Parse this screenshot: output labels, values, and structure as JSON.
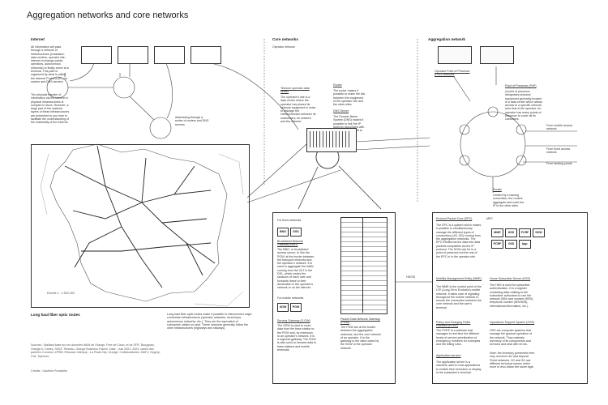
{
  "title": "Aggregation networks and core networks",
  "internet": {
    "heading": "Internet",
    "p1": "All information will pass through a network of infrastructures (evaluation data centers, operator site, internet exchange points, operators, autonomous networks) to finally arrive at a terminal. This path is organized by what is called the Internet Protocol (IP) via routers and DNS servers.",
    "p2": "The physical transfer of information via the internet in physical infrastructures is complex to show. However, a large part of the material layers of these infrastructures are presented to you here to facilitate the understanding of the materiality of the Internet.",
    "routing_note": "Addressing through a series of routers and DNS servers"
  },
  "map": {
    "heading": "Long haul fiber optic routes",
    "scale": "Echelle 1 : 4 500 000",
    "desc": "Long haul fiber optic routes make it possible to interconnect major connection infrastructures (operator networks, local loops, autonomous networks, etc.). They are the equivalent of submarine cables on land. These networks generally follow the other infrastructures (highways and railways).",
    "sources": "Sources : Maillard basé sur les données WAN de Orange, Free de Cisco, et de SFR, Bouygues, Orange.fr, Cartes, SNCF, Réseau, Orange Business France. Date : Juin 2021, 2023, cartes des partners Connect, ePRM, Réseaux Interpop ; La Poste Dip, Orange. Collaboratories, MATV, Ocgerp, Coll, Tiperrum.",
    "credits": "Credits : Gauthier Roussilhe"
  },
  "core": {
    "heading": "Core networks",
    "subheading": "Operator network",
    "datacenter_title": "Telecom operator data center",
    "datacenter_text": "The operator's site is a data center where the operator has placed its network equipment in order to manage the interconnection between its subscribers, its network and the Internet.",
    "router_title": "Router",
    "router_text": "The router makes it possible to make the link between the equipment of the operator site and the other sites.",
    "dns_title": "DNS Server",
    "dns_text": "The Domain Name System (DNS) makes it possible to link the IP address associated with a domain name and to provide additional information."
  },
  "fixed": {
    "heading": "For fixed networks",
    "buttons": [
      "BNG",
      "DSS"
    ],
    "bng_title": "Broadband Network Gateway (BNG)",
    "bng_text": "The BNG, or broadband access server, is, like the PGW, at the border between the transport networks and the operator's network. It is used to aggregate the traffic coming from the OLT in the DSL, which routes the sessions of each user and forwards these to their destination in the operator's network or on the internet."
  },
  "mobile": {
    "heading": "For mobile networks",
    "buttons": [
      "SGW",
      "PGW"
    ],
    "sgw_title": "Serving Gateway (S-GW)",
    "sgw_text": "The SGW is used to route data from the base station to the PGW and, by extension, to an operator's network. It is a regional gateway. The SGW is also used to forward data to base stations and mobile terminals.",
    "pgw_title": "Packet Data Network Gateway (PGW)",
    "pgw_text": "The PGW are at the border between the aggregation networks, and the core network of an operator. It is the gateway to the data routed by the SGW to the operator network."
  },
  "link_label": "HD/SD",
  "aggregation": {
    "heading": "Aggregation network",
    "opop_title": "Operator Point of Presence (PoP) networks",
    "pop_title": "Point of Presence (PoP)",
    "pop_text": "A point of presence designates physical equipment generally located in a data center which allows access to a specific network, here that of the operator. An operator has many points of presence to cover all its customers.",
    "arrows": [
      "From mobile access network",
      "From fixed access network",
      "From landing points"
    ],
    "router_title": "Router",
    "router_text": "Limited by a naming convention, the routers aggregate and route the IP to the other sites"
  },
  "epc": {
    "heading": "Evolved Packet Core (EPC)",
    "text": "The EPC is a system which makes it possible to simultaneously manage the different types of connections (4G, 5G) coming from the aggregation networks. The EPC transforms the data into data packets compatible via the IP protocol. The SGW can be in a point of presence but the rest of the EPC is in the operator site.",
    "mpc": "MPC",
    "buttons": [
      "MME",
      "HSS",
      "PCRF",
      "SGW",
      "PCRF",
      "OSS",
      "App."
    ],
    "mme_title": "Mobility Management Entity (MME)",
    "mme_text": "The MME is the control point of the LTE (Long-Term Evolution) mobile network. It takes care of signaling throughout the mobile network to ensure the connection between the core network and the user's terminal.",
    "pcrf_title": "Policy and Charging Rules Function (PCRF)",
    "pcrf_text": "The PCRF is a software that manages in real time the different levels of service prioritization of emergency numbers for examples and the billing rules.",
    "app_title": "Application servers",
    "app_text": "The application server is a machine used to host applications to enable their execution or display in the subscriber's terminal.",
    "hss_title": "Home Subscriber Server (HSS)",
    "hss_text": "The HSS is used for subscriber authentication. It is a register containing data relating to the subscriber authorized to use the network (SIM card number (IMSI), telephone number (MSISDN), international information, etc.).",
    "oss_title": "Operations Support System (OSS)",
    "oss_text": "OSS are computer systems that manage the general operation of the network. They maintain inventory of its components and services and deal with errors.",
    "note": "Note: the inventory presented here only concerns 4G and beyond. Fixed networks, 2G and 3G use different technical names which more or less follow the same logic."
  }
}
